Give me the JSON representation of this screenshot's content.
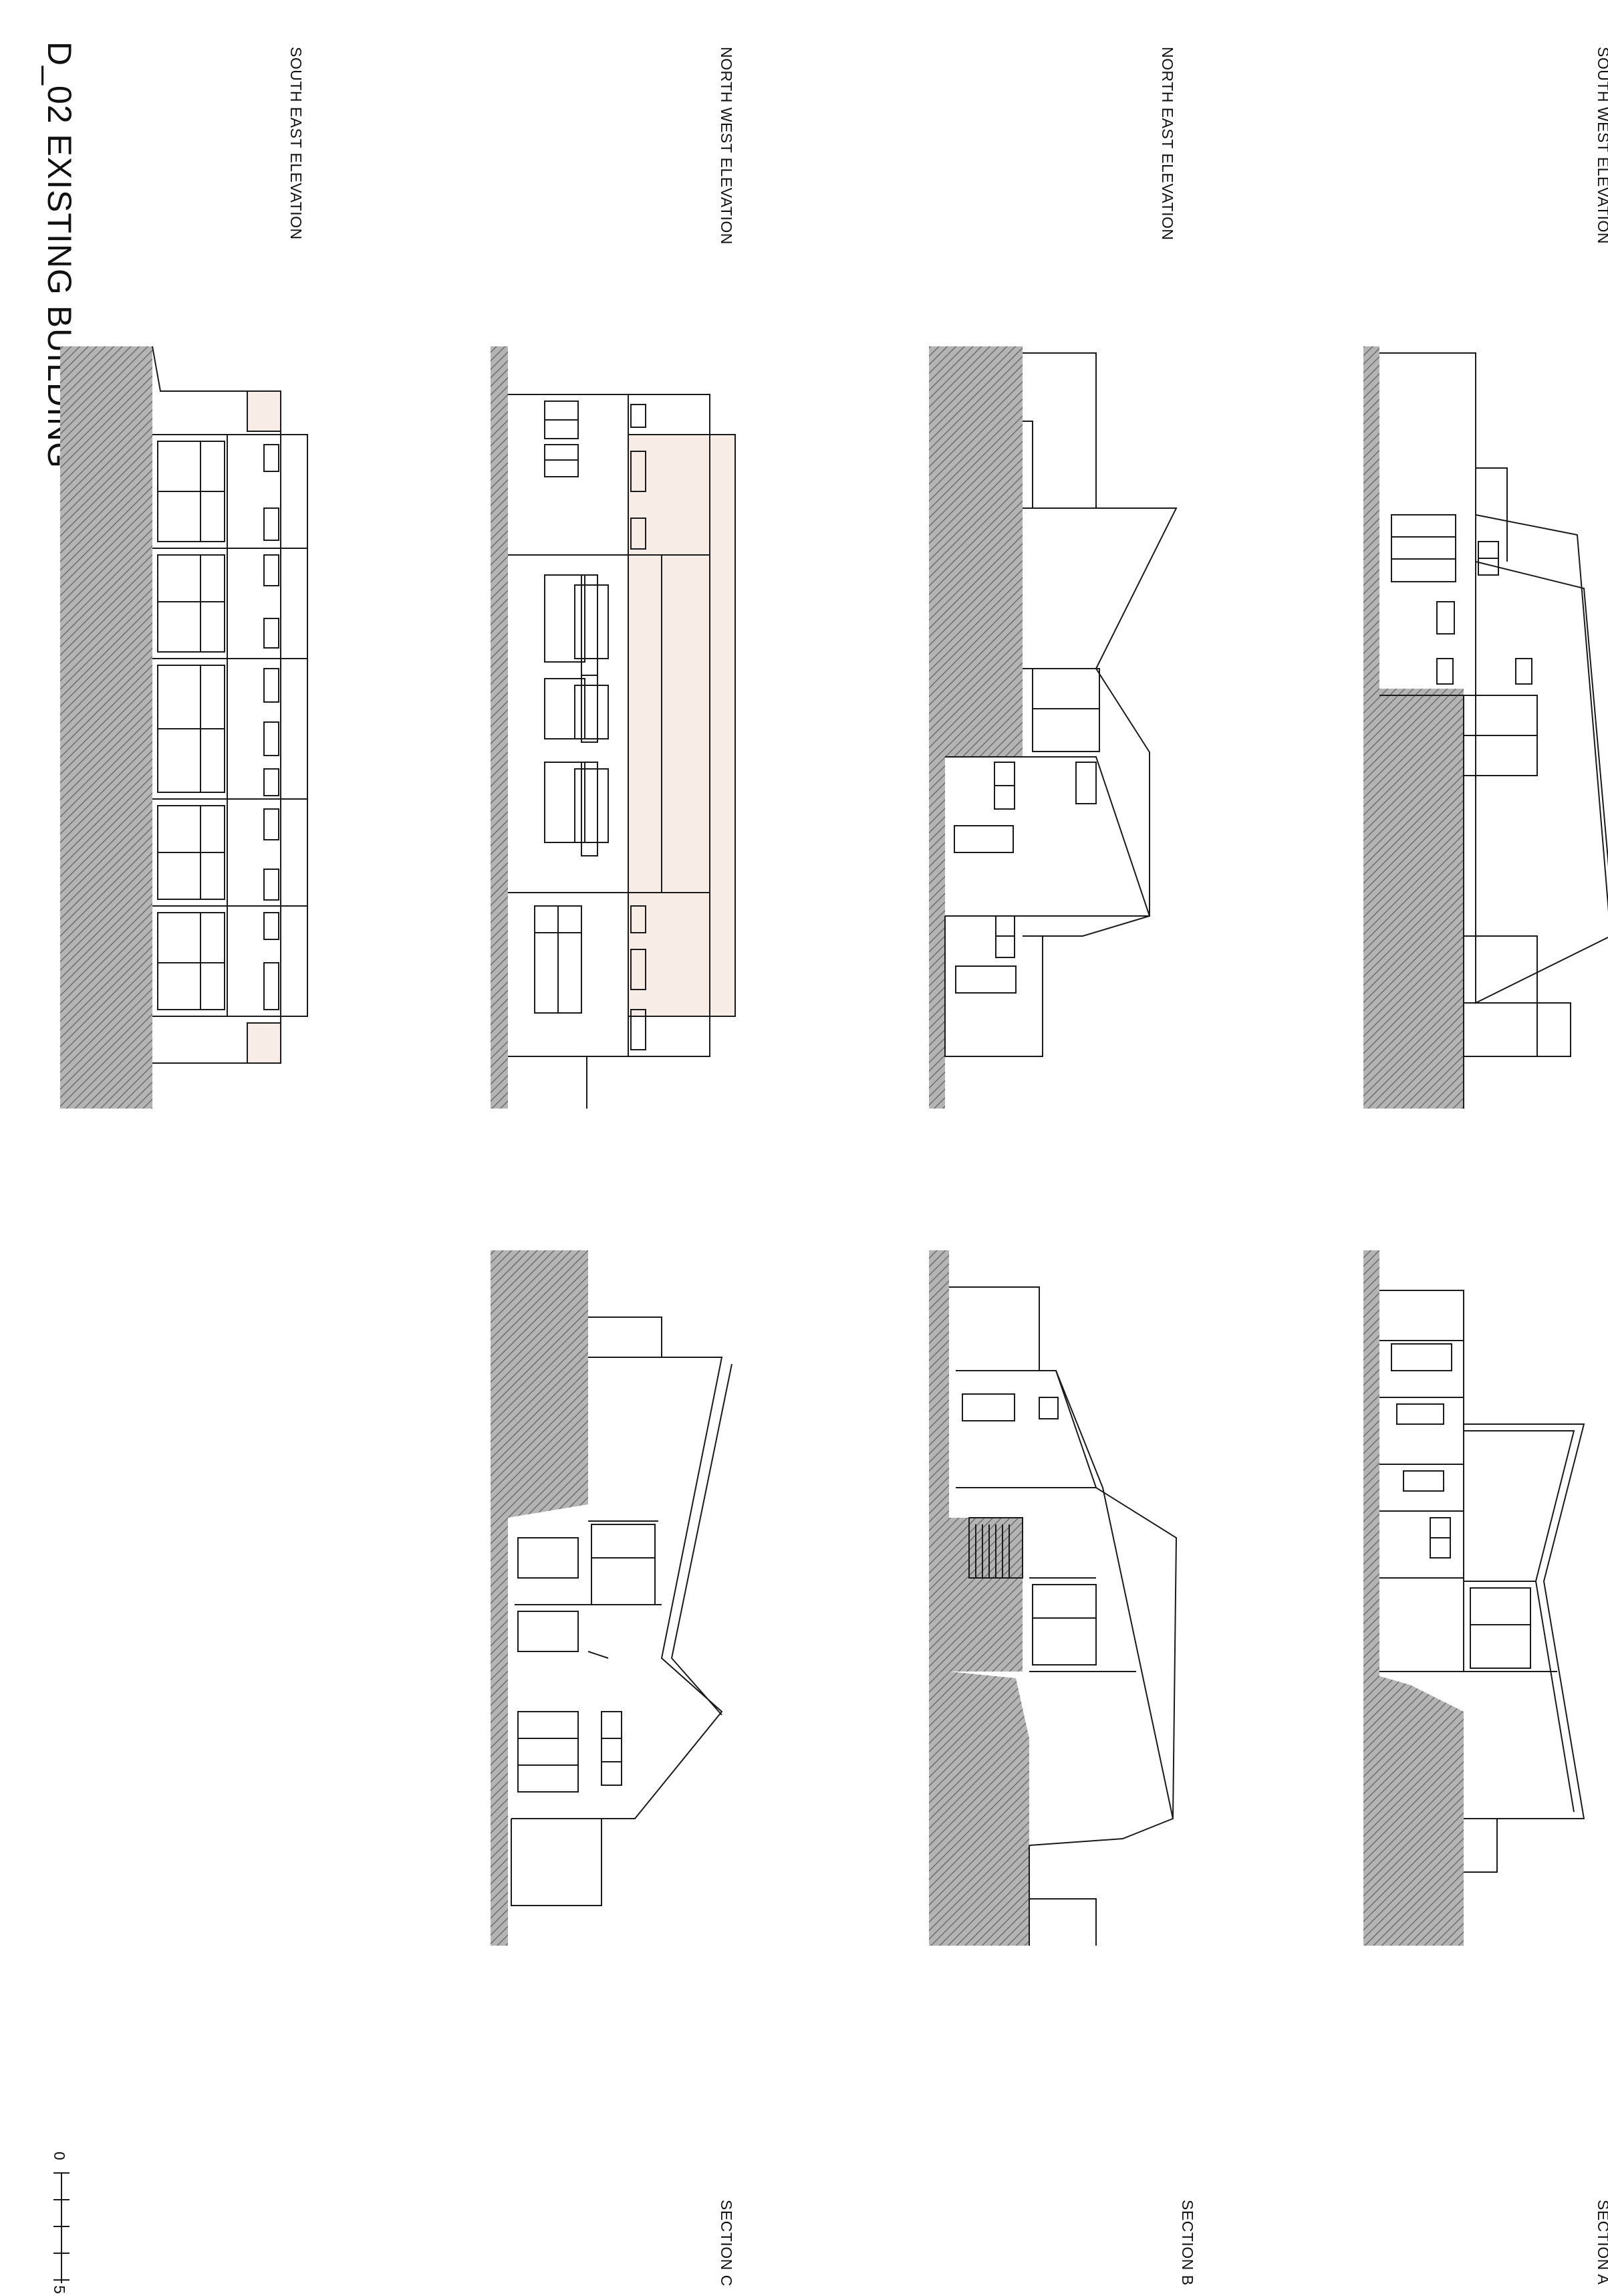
{
  "sheet": {
    "title": "D_02 EXISTING BUILDING"
  },
  "elevations": {
    "south_west": "SOUTH WEST ELEVATION",
    "north_east": "NORTH EAST ELEVATION",
    "north_west": "NORTH WEST ELEVATION",
    "south_east": "SOUTH EAST ELEVATION"
  },
  "sections": {
    "a": "SECTION A",
    "b": "SECTION B",
    "c": "SECTION C"
  },
  "scale_bar": {
    "start": "0",
    "end": "5"
  },
  "colors": {
    "ground_hatch": "#9a9a9a",
    "render_tint": "#f7ece6",
    "line": "#1a1a1a"
  }
}
